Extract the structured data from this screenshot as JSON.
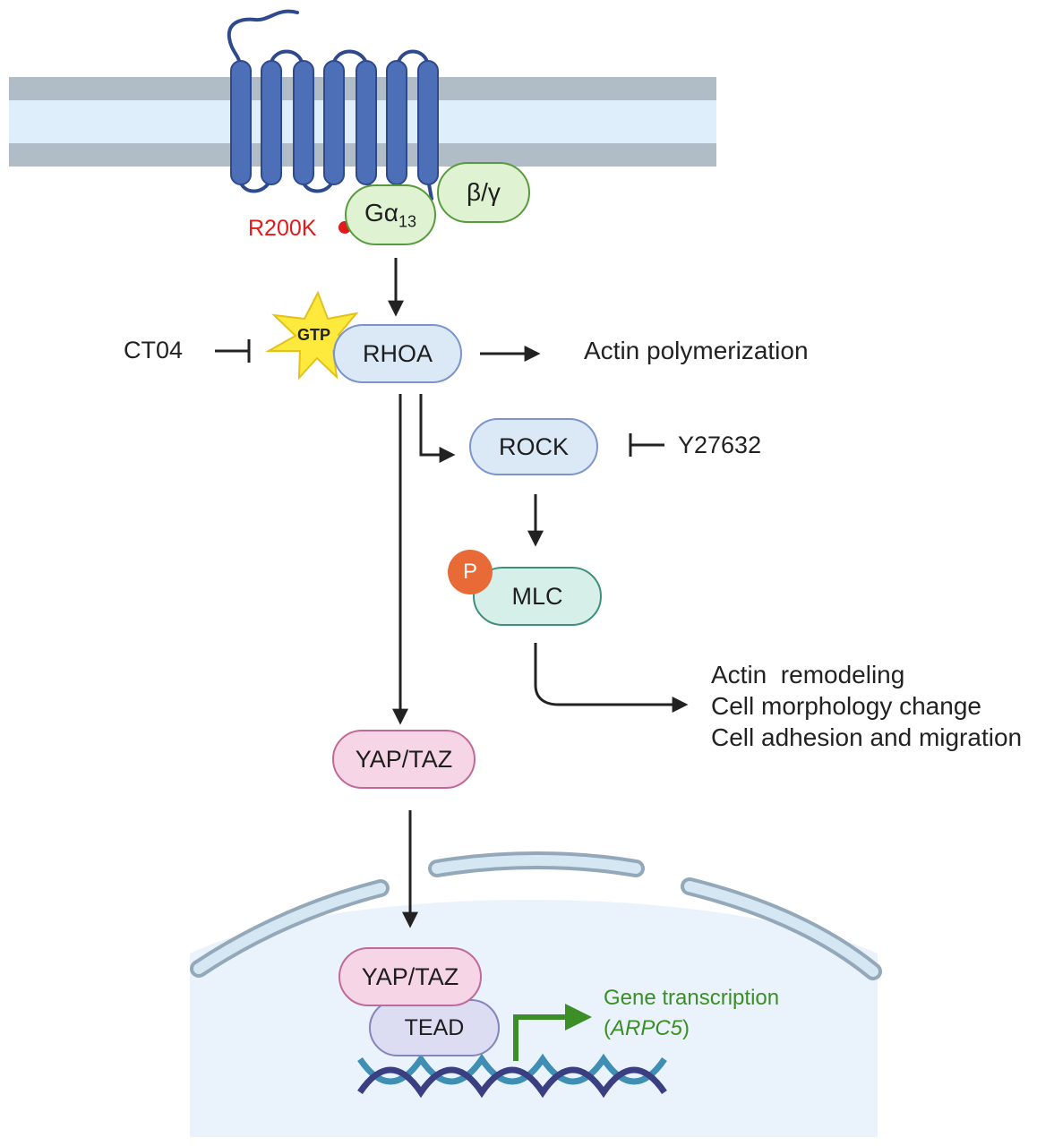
{
  "nodes": {
    "galpha_main": "Gα",
    "galpha_sub": "13",
    "beta_gamma": "β/γ",
    "rhoa": "RHOA",
    "gtp": "GTP",
    "rock": "ROCK",
    "mlc": "MLC",
    "phospho": "P",
    "yap_taz_cyto": "YAP/TAZ",
    "yap_taz_nuc": "YAP/TAZ",
    "tead": "TEAD"
  },
  "labels": {
    "mutation": "R200K",
    "ct04": "CT04",
    "y27632": "Y27632",
    "actin_polymerization": "Actin polymerization",
    "outcomes": [
      "Actin  remodeling",
      "Cell morphology change",
      "Cell adhesion and migration"
    ],
    "gene_transcription": "Gene transcription",
    "gene_paren_open": "(",
    "gene_name": "ARPC5",
    "gene_paren_close": ")"
  },
  "colors": {
    "membrane_outer": "#b0bcc6",
    "membrane_inner": "#deeefa",
    "receptor": "#4c6fb8",
    "receptor_outline": "#2e4a8c",
    "mutation": "#e01b1b",
    "gtp_burst": "#fdea3c",
    "phospho": "#e86a36",
    "gene_green": "#3c8f26",
    "dna_dark": "#3a3f82",
    "dna_light": "#3f8fb5",
    "nucleus": "#eaf2fb",
    "arrow": "#222222"
  }
}
